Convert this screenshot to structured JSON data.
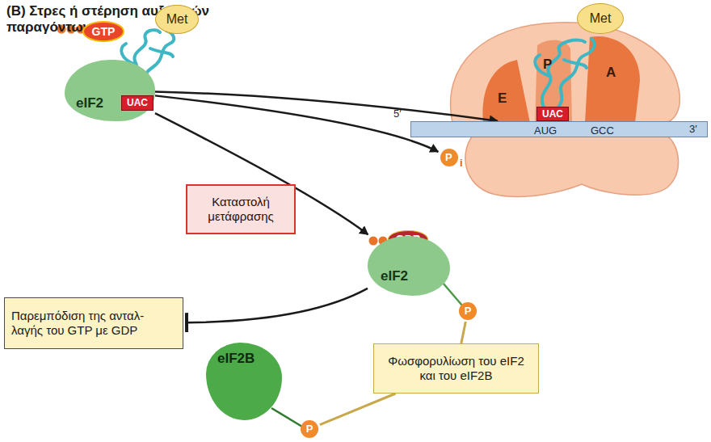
{
  "diagram": {
    "title": "(B) Στρες ή στέρηση αυξητικών παραγόντων",
    "nodes": [
      {
        "text": [
          "eIF2"
        ]
      },
      {
        "text": [
          "GTP"
        ]
      },
      {
        "text": [
          "UAC"
        ]
      },
      {
        "text": [
          "Met"
        ]
      },
      {
        "text": [
          "Met"
        ]
      },
      {
        "text": [
          "UAC"
        ]
      },
      {
        "text": [
          "5′",
          "AUG",
          "GCC",
          "3′"
        ]
      },
      {
        "text": [
          "P",
          "i"
        ]
      },
      {
        "text": [
          "Καταστολή μετάφρασης"
        ]
      },
      {
        "text": [
          "GDP"
        ]
      },
      {
        "text": [
          "eIF2"
        ]
      },
      {
        "text": [
          "P"
        ]
      },
      {
        "text": [
          "Παρεμπόδιση της ανταλ- λαγής του GTP με GDP"
        ]
      },
      {
        "text": [
          "eIF2B"
        ]
      },
      {
        "text": [
          "P"
        ]
      },
      {
        "text": [
          "Φωσφορυλίωση του eIF2 και του eIF2B"
        ]
      }
    ],
    "edges": [
      {
        "from": 0,
        "to": 6,
        "arrow": "to"
      },
      {
        "from": 0,
        "to": 7,
        "arrow": "to"
      },
      {
        "from": 0,
        "to": 10,
        "arrow": "to"
      },
      {
        "from": 10,
        "to": 12,
        "arrow": "to"
      },
      {
        "from": 15,
        "to": 11,
        "arrow": "none"
      },
      {
        "from": 15,
        "to": 14,
        "arrow": "none"
      }
    ],
    "labels": [
      "E",
      "P",
      "A"
    ]
  }
}
